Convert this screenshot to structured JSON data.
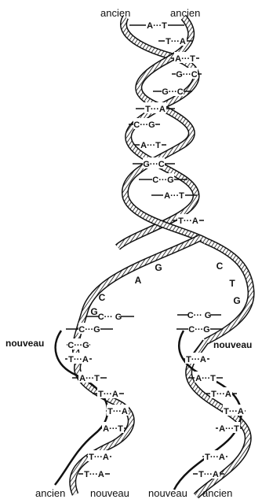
{
  "labels": {
    "top_left": "ancien",
    "top_right": "ancien",
    "left_mid": "nouveau",
    "right_mid": "nouveau",
    "bottom": [
      "ancien",
      "nouveau",
      "nouveau",
      "ancien"
    ]
  },
  "parent_pairs": [
    "A···T",
    "T···A",
    "A···T",
    "G···C",
    "G···C",
    "T···A",
    "C···G",
    "A···T",
    "G···C",
    "C···G",
    "A···T",
    "T···A"
  ],
  "unpaired_left": [
    "G",
    "A",
    "C",
    "G"
  ],
  "unpaired_right": [
    "C",
    "T",
    "G"
  ],
  "replicating_left_pairs": [
    "C··· G",
    "C···G",
    "C···G"
  ],
  "replicating_right_pairs": [
    "C··· G",
    "C···G"
  ],
  "daughter_left_pairs": [
    "T···A",
    "A···T",
    "T···A",
    "T···A",
    "A···T",
    "T···A",
    "T···A"
  ],
  "daughter_right_pairs": [
    "T···A",
    "A···T",
    "T···A",
    "T···A",
    "A···T",
    "T···A",
    "T···A"
  ]
}
